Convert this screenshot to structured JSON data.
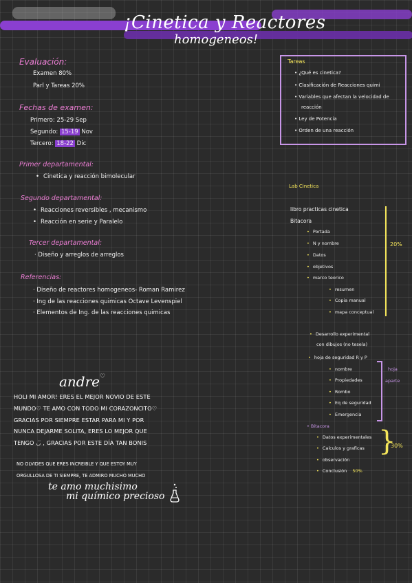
{
  "header": {
    "title": "¡Cinetica y Reactores",
    "subtitle": "homogeneos!"
  },
  "evaluacion": {
    "heading": "Evaluación:",
    "lines": [
      "Examen   80%",
      "Parl y Tareas  20%"
    ]
  },
  "fechas": {
    "heading": "Fechas de examen:",
    "items": [
      {
        "label": "Primero:",
        "range": "25-29",
        "month": "Sep"
      },
      {
        "label": "Segundo:",
        "range": "15-19",
        "month": "Nov"
      },
      {
        "label": "Tercero:",
        "range": "18-22",
        "month": "Dic"
      }
    ]
  },
  "primer": {
    "heading": "Primer departamental:",
    "items": [
      "Cinetica y reacción bimolecular"
    ]
  },
  "segundo": {
    "heading": "Segundo departamental:",
    "items": [
      "Reacciones reversibles , mecanismo",
      "Reacción en serie y Paralelo"
    ]
  },
  "tercer": {
    "heading": "Tercer departamental:",
    "items": [
      "Diseño y arreglos de arreglos"
    ]
  },
  "referencias": {
    "heading": "Referencias:",
    "items": [
      "Diseño de reactores homogeneos- Roman Ramirez",
      "Ing de las reacciones quimicas Octave Levenspiel",
      "Elementos de Ing. de las reacciones quimicas"
    ]
  },
  "tareas": {
    "heading": "Tareas",
    "items": [
      "¿Qué es cinetica?",
      "Clasificación de Reacciones quimi",
      "Variables que afectan la velocidad de",
      "reacción",
      "Ley de Potencia",
      "Orden de una reacción"
    ]
  },
  "lab": {
    "heading": "Lab Cinetica",
    "libro": "libro practicas cinetica",
    "bitacora": "Bitacora",
    "pct_20": "20%",
    "items_a": [
      "Portada",
      "N y nombre",
      "Datos",
      "objetivos",
      "marco teorico"
    ],
    "items_b": [
      "resumen",
      "Copia manual",
      "mapa conceptual"
    ],
    "desarrollo_1": "Desarrollo experimental",
    "desarrollo_2": "con dibujos (no tesela)",
    "hoja": "hoja de seguridad R y P",
    "hoja_items": [
      "nombre",
      "Propiedades",
      "Rombo",
      "Eq de seguridad",
      "Emergencia"
    ],
    "hoja_side_1": "hoja",
    "hoja_side_2": "aparte",
    "bitacora2": "Bitacora",
    "bitacora2_items": [
      "Datos experimentales",
      "Calculos y graficas",
      "observación"
    ],
    "pct_30": "30%",
    "conclusion": "Conclusión",
    "pct_conc": "50%"
  },
  "note": {
    "signature": "andre",
    "heart": "♡",
    "lines": [
      "HOLI MI AMOR! ERES EL MEJOR NOVIO DE ESTE",
      "MUNDO♡ TE AMO CON TODO MI CORAZONCITO♡",
      "GRACIAS POR SIEMPRE ESTAR PARA MI Y POR",
      "NUNCA DEJARME SOLITA, ERES LO MEJOR QUE",
      "TENGO ◡̈ , GRACIAS POR ESTE DÍA TAN BONIS"
    ],
    "lines2": [
      "NO OLVIDES QUE ERES INCREIBLE Y QUE ESTOY MUY",
      "ORGULLOSA DE TI SIEMPRE, TE ADMIRO MUCHO MUCHO"
    ],
    "script1": "te amo muchisimo",
    "script2": "mi químico precioso"
  },
  "colors": {
    "background": "#2b2b2b",
    "purple": "#8a3fd0",
    "pink": "#ee7fd6",
    "yellow": "#f5e65a",
    "lilac": "#c896e8"
  }
}
